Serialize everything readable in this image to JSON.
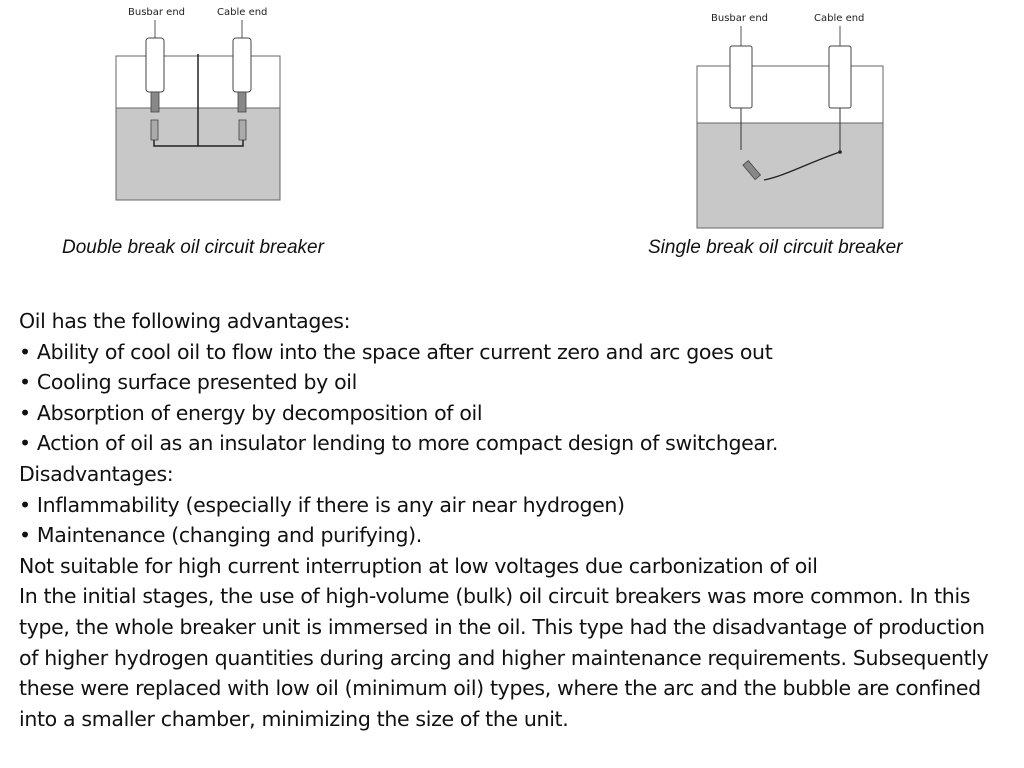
{
  "figures": [
    {
      "busbar_label": "Busbar end",
      "cable_label": "Cable end",
      "caption": "Double break oil circuit breaker"
    },
    {
      "busbar_label": "Busbar end",
      "cable_label": "Cable end",
      "caption": "Single break oil circuit breaker"
    }
  ],
  "colors": {
    "oil_fill": "#c8c8c8",
    "outline": "#555555"
  },
  "text": {
    "advantages_heading": "Oil has the following advantages:",
    "advantages": [
      "• Ability of cool oil to flow into the space after current zero and arc goes out",
      "• Cooling surface presented by oil",
      "• Absorption of energy by decomposition of oil",
      "• Action of oil as an insulator lending to more compact design of switchgear."
    ],
    "disadvantages_heading": "Disadvantages:",
    "disadvantages": [
      "• Inflammability (especially if there is any air near hydrogen)",
      "• Maintenance (changing and purifying)."
    ],
    "note": "Not suitable for high current interruption at low voltages due carbonization of oil",
    "paragraph": "In the initial stages, the use of high-volume (bulk) oil circuit breakers was more common. In this type, the whole breaker unit is immersed in the oil. This type had the disadvantage of production of higher hydrogen quantities during arcing and higher maintenance requirements. Subsequently these were replaced with low oil (minimum oil) types, where the arc and the bubble are confined into a smaller chamber, minimizing the size of the unit."
  }
}
